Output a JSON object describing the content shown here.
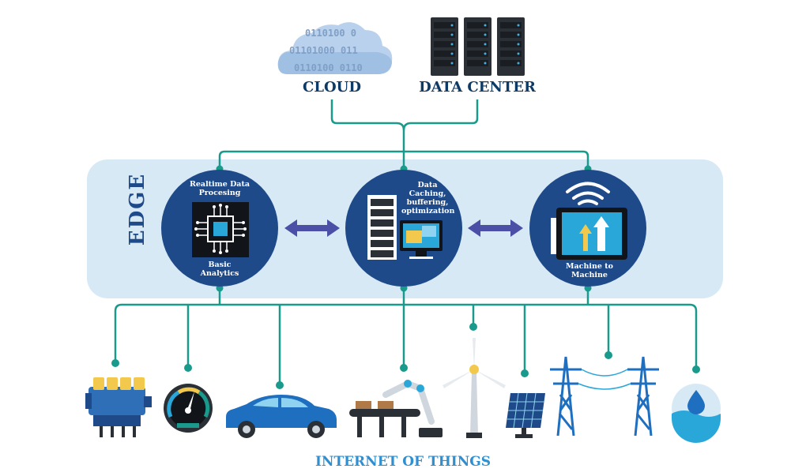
{
  "top": {
    "cloud_label": "CLOUD",
    "cloud_binary": [
      "0110100 0",
      "01101000 011",
      "0110100 0110"
    ],
    "datacenter_label": "DATA CENTER"
  },
  "edge": {
    "label": "EDGE",
    "nodes": [
      {
        "top_text": "Realtime Data Procesing",
        "bottom_text": "Basic Analytics",
        "icon": "cpu-chip-icon"
      },
      {
        "top_text": "Data Caching, buffering, optimization",
        "bottom_text": "",
        "icon": "server-monitor-icon"
      },
      {
        "top_text": "",
        "bottom_text": "Machine to Machine",
        "icon": "wifi-tablet-icon"
      }
    ]
  },
  "iot": {
    "label": "INTERNET OF THINGS",
    "devices": [
      "engine-icon",
      "gauge-icon",
      "car-icon",
      "conveyor-robot-icon",
      "wind-turbine-icon",
      "solar-panel-icon",
      "power-tower-icon",
      "water-drop-icon"
    ]
  },
  "colors": {
    "teal": "#1a9a8c",
    "navy": "#1e4a8a",
    "panel": "#d7e9f5",
    "dark_text": "#0e3a66",
    "iot_text": "#2f8fd0"
  }
}
